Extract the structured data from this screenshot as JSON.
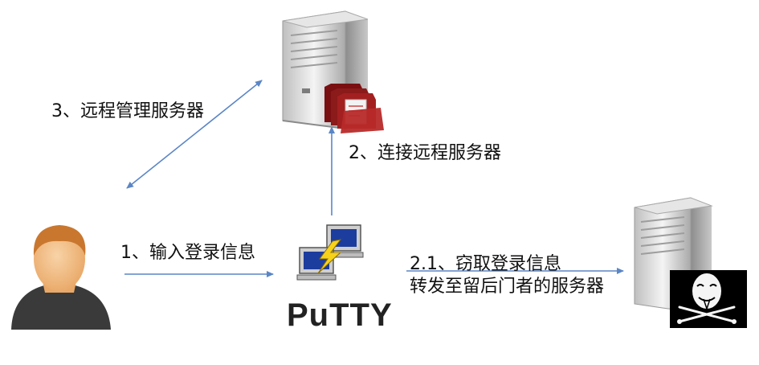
{
  "labels": {
    "remote_manage": "3、远程管理服务器",
    "connect_remote": "2、连接远程服务器",
    "input_login": "1、输入登录信息",
    "steal_line1": "2.1、窃取登录信息",
    "steal_line2": "转发至留后门者的服务器"
  },
  "putty_name": "PuTTY",
  "nodes": [
    "user-avatar",
    "putty-client",
    "remote-server",
    "attacker-server"
  ],
  "colors": {
    "arrow": "#5b86c6",
    "server_body": "#d9d9d9",
    "folder": "#8b1a1a",
    "skin": "#f3c08a",
    "hair": "#c9772f",
    "shirt": "#3a3a3a"
  }
}
